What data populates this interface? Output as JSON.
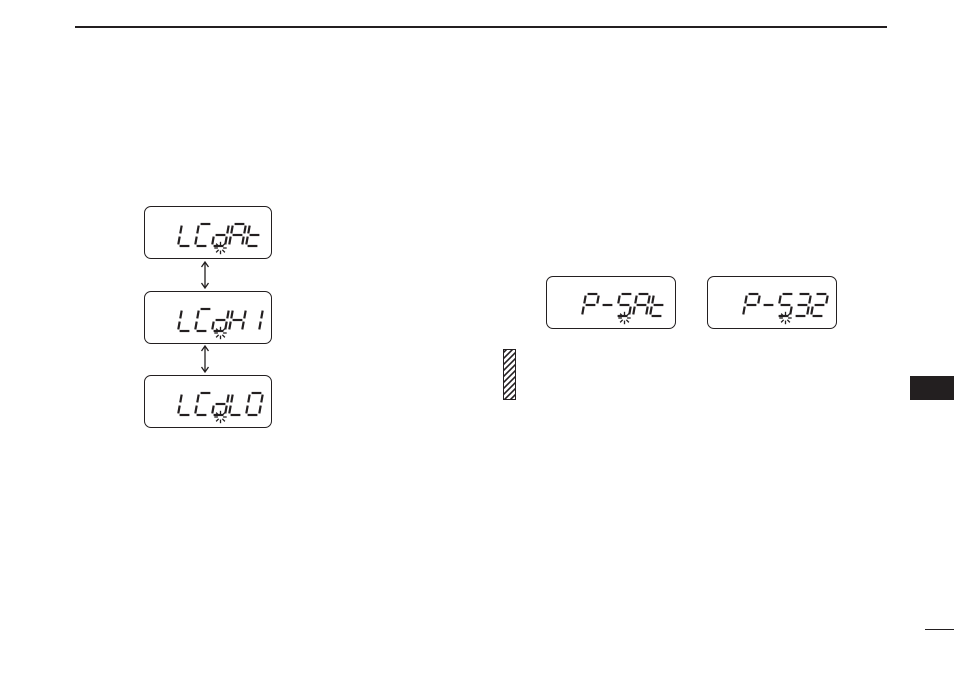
{
  "document": {
    "page_number": "",
    "section_tab": ""
  },
  "left_displays": [
    {
      "name": "lcd-at",
      "chars": [
        "L",
        "C",
        "d",
        "A",
        "t"
      ],
      "blink_index": 2
    },
    {
      "name": "lcd-hi",
      "chars": [
        "L",
        "C",
        "d",
        "H",
        "1"
      ],
      "blink_index": 2
    },
    {
      "name": "lcd-lo",
      "chars": [
        "L",
        "C",
        "d",
        "L",
        "0"
      ],
      "blink_index": 2
    }
  ],
  "right_displays": [
    {
      "name": "p-sat",
      "chars": [
        "P",
        "-",
        "S",
        "A",
        "t"
      ],
      "blink_index": 2
    },
    {
      "name": "p-s32",
      "chars": [
        "P",
        "-",
        "S",
        "3",
        "2"
      ],
      "blink_index": 2
    }
  ],
  "colors": {
    "ink": "#231f20",
    "background": "#ffffff"
  }
}
